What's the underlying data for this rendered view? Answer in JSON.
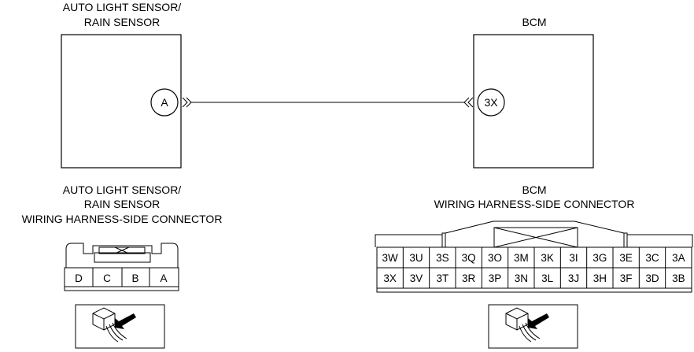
{
  "top_left_component": {
    "label_lines": [
      "AUTO LIGHT SENSOR/",
      "RAIN SENSOR"
    ],
    "connector_id": "A"
  },
  "top_right_component": {
    "label_lines": [
      "BCM"
    ],
    "connector_id": "3X"
  },
  "left_connector": {
    "label_lines": [
      "AUTO LIGHT SENSOR/",
      "RAIN SENSOR",
      "WIRING HARNESS-SIDE CONNECTOR"
    ],
    "pins": [
      "D",
      "C",
      "B",
      "A"
    ]
  },
  "right_connector": {
    "label_lines": [
      "BCM",
      "WIRING HARNESS-SIDE CONNECTOR"
    ],
    "pins_top": [
      "3W",
      "3U",
      "3S",
      "3Q",
      "3O",
      "3M",
      "3K",
      "3I",
      "3G",
      "3E",
      "3C",
      "3A"
    ],
    "pins_bottom": [
      "3X",
      "3V",
      "3T",
      "3R",
      "3P",
      "3N",
      "3L",
      "3J",
      "3H",
      "3F",
      "3D",
      "3B"
    ]
  }
}
